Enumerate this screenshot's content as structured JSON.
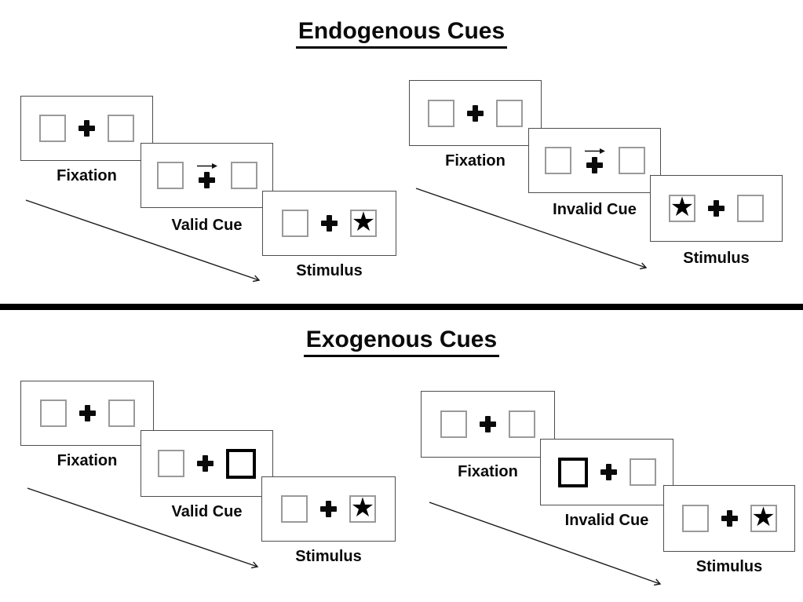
{
  "diagram": "Posner attention cueing task schematic",
  "colors": {
    "background": "#ffffff",
    "panel_border": "#4d4d4d",
    "box_border": "#9a9a9a",
    "cue_highlight": "#000000",
    "divider": "#000000",
    "text": "#0a0a0a"
  },
  "icons": {
    "star": "★",
    "fixation_cross": "+",
    "cue_arrow": "right-arrow"
  },
  "sections": [
    {
      "title": "Endogenous Cues",
      "sequences": [
        {
          "name": "valid",
          "cue_type": "central arrow pointing right",
          "stimulus_side": "right",
          "panels": [
            {
              "label": "Fixation"
            },
            {
              "label": "Valid Cue"
            },
            {
              "label": "Stimulus"
            }
          ]
        },
        {
          "name": "invalid",
          "cue_type": "central arrow pointing right",
          "stimulus_side": "left",
          "panels": [
            {
              "label": "Fixation"
            },
            {
              "label": "Invalid Cue"
            },
            {
              "label": "Stimulus"
            }
          ]
        }
      ]
    },
    {
      "title": "Exogenous Cues",
      "sequences": [
        {
          "name": "valid",
          "cue_type": "right box highlighted (thick border)",
          "stimulus_side": "right",
          "panels": [
            {
              "label": "Fixation"
            },
            {
              "label": "Valid Cue"
            },
            {
              "label": "Stimulus"
            }
          ]
        },
        {
          "name": "invalid",
          "cue_type": "left box highlighted (thick border)",
          "stimulus_side": "right",
          "panels": [
            {
              "label": "Fixation"
            },
            {
              "label": "Invalid Cue"
            },
            {
              "label": "Stimulus"
            }
          ]
        }
      ]
    }
  ]
}
